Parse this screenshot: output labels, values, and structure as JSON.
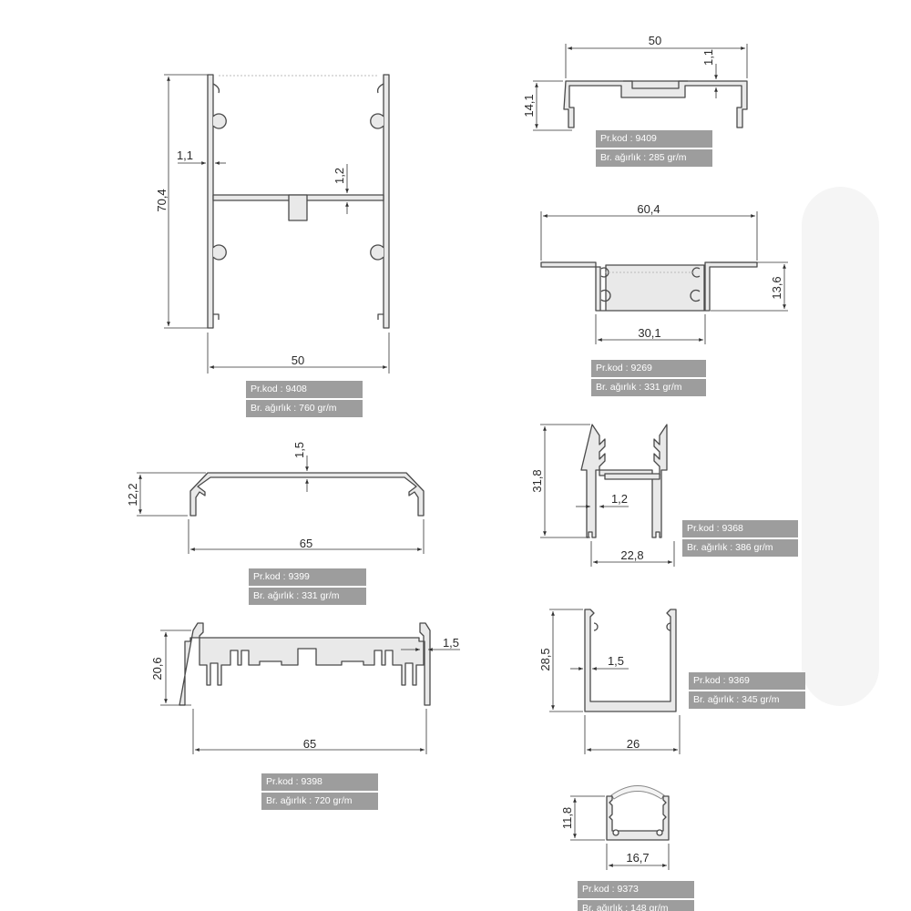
{
  "profiles": [
    {
      "code": "Pr.kod : 9408",
      "weight": "Br. ağırlık : 760 gr/m",
      "dims": {
        "width": "50",
        "height": "70,4",
        "wall": "1,1",
        "web": "1,2"
      }
    },
    {
      "code": "Pr.kod : 9409",
      "weight": "Br. ağırlık : 285 gr/m",
      "dims": {
        "width": "50",
        "height": "14,1",
        "wall": "1,1"
      }
    },
    {
      "code": "Pr.kod : 9269",
      "weight": "Br. ağırlık : 331 gr/m",
      "dims": {
        "width_top": "60,4",
        "height": "13,6",
        "width_bottom": "30,1"
      }
    },
    {
      "code": "Pr.kod : 9399",
      "weight": "Br. ağırlık : 331 gr/m",
      "dims": {
        "wall": "1,5",
        "height": "12,2",
        "width": "65"
      }
    },
    {
      "code": "Pr.kod : 9368",
      "weight": "Br. ağırlık : 386 gr/m",
      "dims": {
        "height": "31,8",
        "wall": "1,2",
        "width": "22,8"
      }
    },
    {
      "code": "Pr.kod : 9398",
      "weight": "Br. ağırlık : 720 gr/m",
      "dims": {
        "height": "20,6",
        "wall": "1,5",
        "width": "65"
      }
    },
    {
      "code": "Pr.kod : 9369",
      "weight": "Br. ağırlık : 345 gr/m",
      "dims": {
        "height": "28,5",
        "wall": "1,5",
        "width": "26"
      }
    },
    {
      "code": "Pr.kod : 9373",
      "weight": "Br. ağırlık : 148 gr/m",
      "dims": {
        "height": "11,8",
        "width": "16,7"
      }
    }
  ],
  "colors": {
    "profile_fill": "#e9e9e9",
    "profile_stroke": "#4a4a4a",
    "dim_line": "#333333",
    "label_bg": "#9d9d9d",
    "label_text": "#ffffff"
  }
}
